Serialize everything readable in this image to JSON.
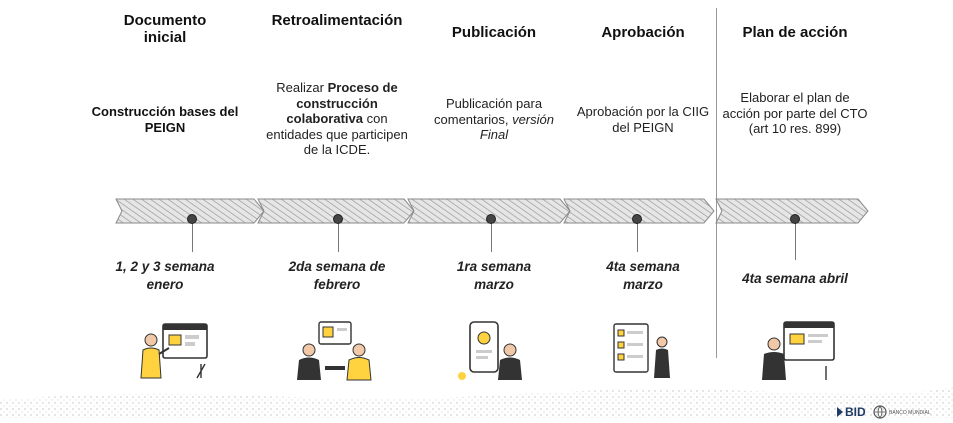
{
  "stages": [
    {
      "id": "documento-inicial",
      "title_lines": [
        "Documento",
        "inicial"
      ],
      "description": {
        "segments": [
          {
            "text": "Construcción bases del PEIGN",
            "style": "bold"
          }
        ]
      },
      "date_lines": [
        "1, 2 y 3 semana",
        "enero"
      ]
    },
    {
      "id": "retroalimentacion",
      "title_lines": [
        "Retroalimentación"
      ],
      "description": {
        "segments": [
          {
            "text": "Realizar ",
            "style": "normal"
          },
          {
            "text": "Proceso de construcción colaborativa",
            "style": "bold"
          },
          {
            "text": " con entidades que participen de la ICDE.",
            "style": "normal"
          }
        ]
      },
      "date_lines": [
        "2da semana de",
        "febrero"
      ]
    },
    {
      "id": "publicacion",
      "title_lines": [
        "Publicación"
      ],
      "description": {
        "segments": [
          {
            "text": "Publicación para comentarios, ",
            "style": "normal"
          },
          {
            "text": "versión Final",
            "style": "italic"
          }
        ]
      },
      "date_lines": [
        "1ra semana",
        "marzo"
      ]
    },
    {
      "id": "aprobacion",
      "title_lines": [
        "Aprobación"
      ],
      "description": {
        "segments": [
          {
            "text": "Aprobación por la CIIG del PEIGN",
            "style": "normal"
          }
        ]
      },
      "date_lines": [
        "4ta semana",
        "marzo"
      ]
    },
    {
      "id": "plan-de-accion",
      "title_lines": [
        "Plan de acción"
      ],
      "description": {
        "segments": [
          {
            "text": "Elaborar el plan de acción por parte del CTO (art 10 res. 899)",
            "style": "normal"
          }
        ]
      },
      "date_lines": [
        "4ta semana abril"
      ]
    }
  ],
  "logos": {
    "primary": "BID",
    "secondary": "BANCO MUNDIAL"
  },
  "colors": {
    "arrow_fill": "#e6e6e6",
    "arrow_stroke": "#8a8a8a",
    "hatch": "#9a9a9a",
    "pin": "#444444",
    "accent": "#ffd23f",
    "skin": "#f1c8a8",
    "dark": "#333333"
  }
}
